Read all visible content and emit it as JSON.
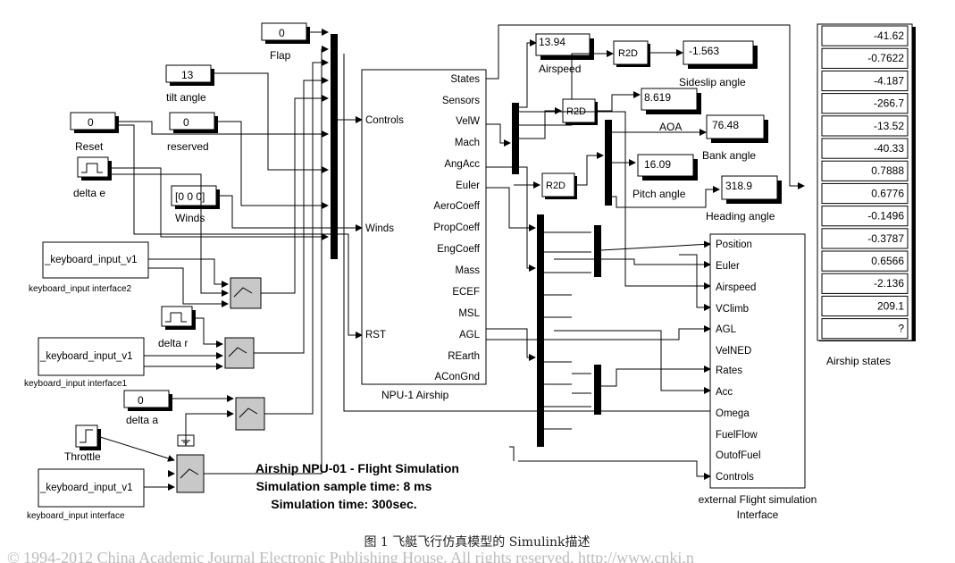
{
  "blocks": {
    "flap": {
      "value": "0",
      "label": "Flap"
    },
    "tilt": {
      "value": "13",
      "label": "tilt angle"
    },
    "reset": {
      "value": "0",
      "label": "Reset"
    },
    "reserved": {
      "value": "0",
      "label": "reserved"
    },
    "delta_e": {
      "label": "delta e"
    },
    "winds": {
      "value": "[0 0 0]",
      "label": "Winds"
    },
    "kb2": {
      "text": "_keyboard_input_v1",
      "label": "keyboard_input interface2"
    },
    "delta_r": {
      "label": "delta r"
    },
    "kb1": {
      "text": "_keyboard_input_v1",
      "label": "keyboard_input interface1"
    },
    "delta_a": {
      "value": "0",
      "label": "delta a"
    },
    "throttle": {
      "label": "Throttle"
    },
    "kb0": {
      "text": "_keyboard_input_v1",
      "label": "keyboard_input interface"
    }
  },
  "airship": {
    "label": "NPU-1 Airship",
    "inputs": [
      "Controls",
      "Winds",
      "RST"
    ],
    "outputs": [
      "States",
      "Sensors",
      "VelW",
      "Mach",
      "AngAcc",
      "Euler",
      "AeroCoeff",
      "PropCoeff",
      "EngCoeff",
      "Mass",
      "ECEF",
      "MSL",
      "AGL",
      "REarth",
      "AConGnd"
    ]
  },
  "displays": {
    "airspeed": {
      "value": "13.94",
      "label": "Airspeed"
    },
    "sideslip": {
      "value": "-1.563",
      "label": "Sideslip angle"
    },
    "aoa": {
      "value": "8.619",
      "label": "AOA"
    },
    "bank": {
      "value": "76.48",
      "label": "Bank angle"
    },
    "pitch": {
      "value": "16.09",
      "label": "Pitch angle"
    },
    "heading": {
      "value": "318.9",
      "label": "Heading angle"
    }
  },
  "r2d_label": "R2D",
  "states_display": {
    "label": "Airship states",
    "values": [
      "-41.62",
      "-0.7622",
      "-4.187",
      "-266.7",
      "-13.52",
      "-40.33",
      "0.7888",
      "0.6776",
      "-0.1496",
      "-0.3787",
      "0.6566",
      "-2.136",
      "209.1",
      "?"
    ]
  },
  "interface": {
    "label_line1": "external Flight simulation",
    "label_line2": "Interface",
    "ports": [
      "Position",
      "Euler",
      "Airspeed",
      "VClimb",
      "AGL",
      "VelNED",
      "Rates",
      "Acc",
      "Omega",
      "FuelFlow",
      "OutofFuel",
      "Controls"
    ]
  },
  "title": {
    "line1": "Airship NPU-01  - Flight Simulation",
    "line2": "Simulation sample time: 8 ms",
    "line3": "Simulation time: 300sec."
  },
  "caption": "图 1  飞艇飞行仿真模型的 Simulink描述",
  "copyright": "© 1994-2012 China Academic Journal Electronic Publishing House. All rights reserved.    http://www.cnki.n"
}
